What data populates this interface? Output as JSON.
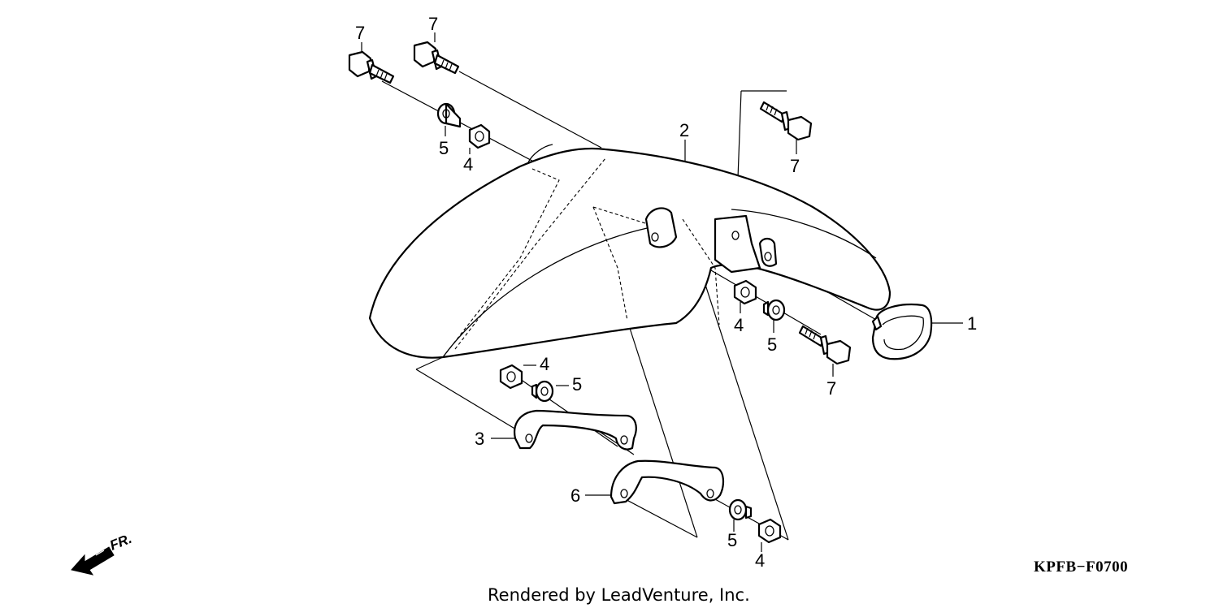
{
  "callouts": [
    "1",
    "2",
    "3",
    "4",
    "5",
    "6",
    "7"
  ],
  "fr_label": "FR.",
  "diagram_code": "KPFB−F0700",
  "credit": "Rendered by LeadVenture, Inc."
}
